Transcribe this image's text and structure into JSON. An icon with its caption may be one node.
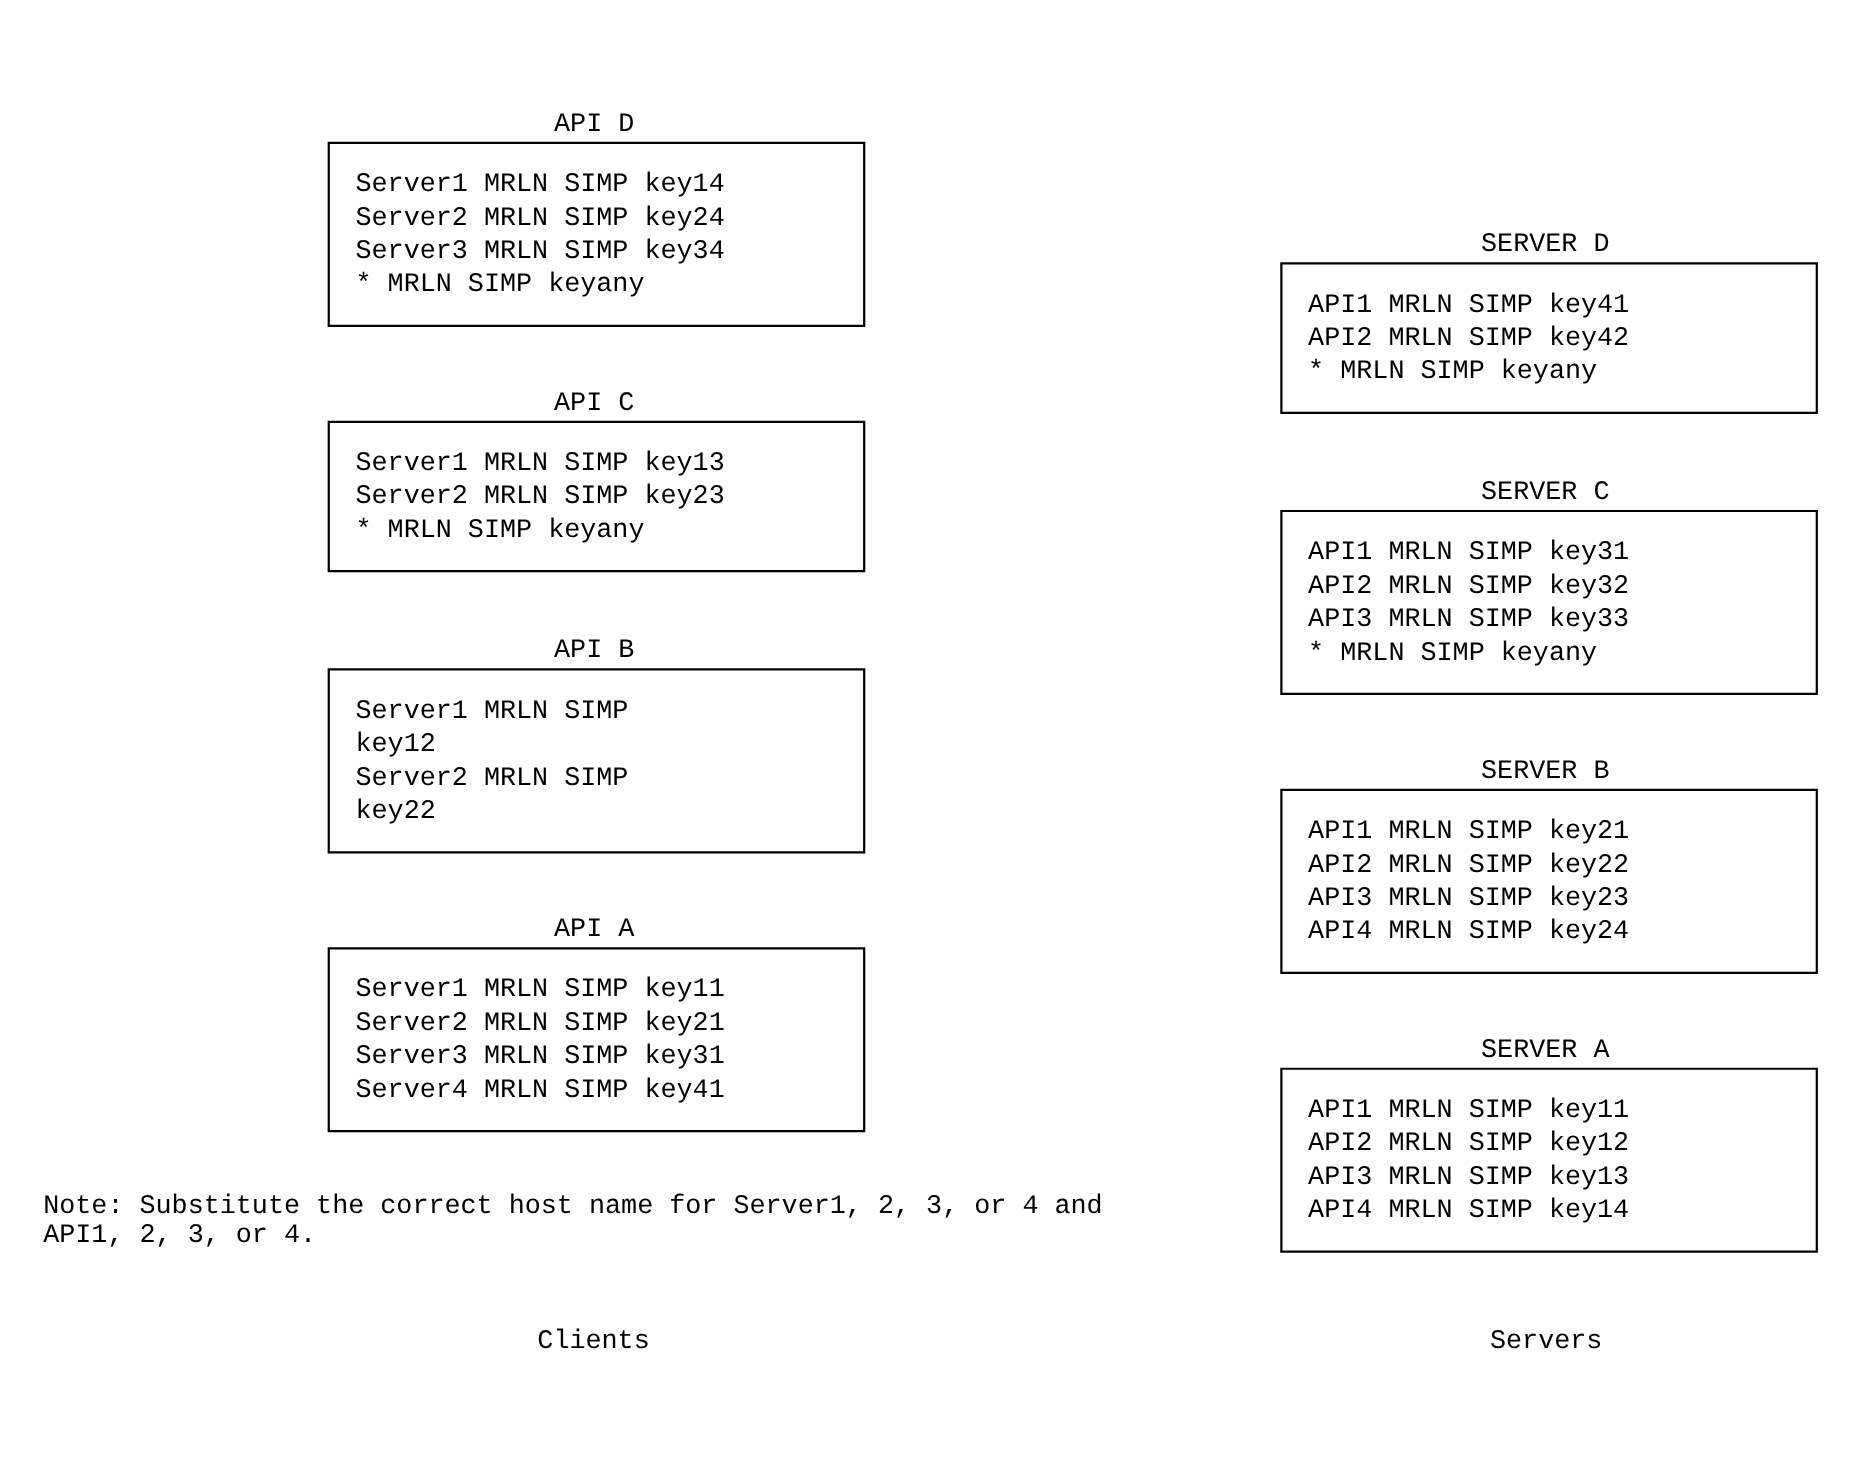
{
  "diagram": {
    "nodes": [
      {
        "text": [
          "API A",
          "Server1 MRLN SIMP key11",
          "Server2 MRLN SIMP key21",
          "Server3 MRLN SIMP key31",
          "Server4 MRLN SIMP key41"
        ]
      },
      {
        "text": [
          "API B",
          "Server1 MRLN SIMP key12",
          "Server2 MRLN SIMP key22"
        ]
      },
      {
        "text": [
          "API C",
          "Server1 MRLN SIMP key13",
          "Server2 MRLN SIMP key23",
          "* MRLN SIMP keyany"
        ]
      },
      {
        "text": [
          "API D",
          "Server1 MRLN SIMP key14",
          "Server2 MRLN SIMP key24",
          "Server3 MRLN SIMP key34",
          "* MRLN SIMP keyany"
        ]
      },
      {
        "text": [
          "SERVER A",
          "API1 MRLN SIMP key11",
          "API2 MRLN SIMP key12",
          "API3 MRLN SIMP key13",
          "API4 MRLN SIMP key14"
        ]
      },
      {
        "text": [
          "SERVER B",
          "API1 MRLN SIMP key21",
          "API2 MRLN SIMP key22",
          "API3 MRLN SIMP key23",
          "API4 MRLN SIMP key24"
        ]
      },
      {
        "text": [
          "SERVER C",
          "API1 MRLN SIMP key31",
          "API2 MRLN SIMP key32",
          "API3 MRLN SIMP key33",
          "* MRLN SIMP keyany"
        ]
      },
      {
        "text": [
          "SERVER D",
          "API1 MRLN SIMP key41",
          "API2 MRLN SIMP key42",
          "* MRLN SIMP keyany"
        ]
      }
    ],
    "edges": [],
    "labels": [
      "Clients",
      "Servers",
      "Note: Substitute the correct host name for Server1, 2, 3, or 4 and API1, 2, 3, or 4."
    ]
  }
}
